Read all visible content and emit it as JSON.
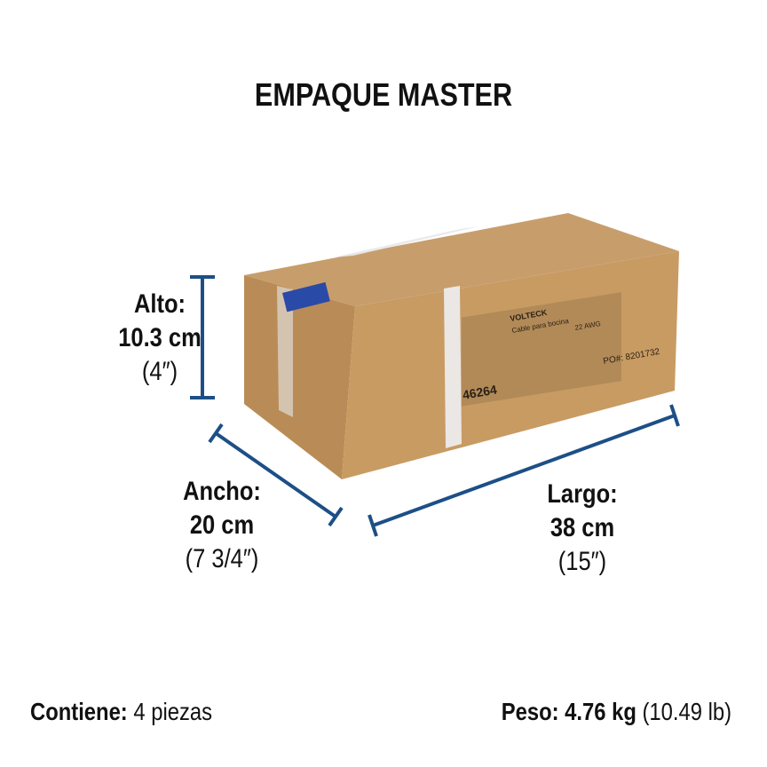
{
  "title": "EMPAQUE MASTER",
  "dimensions": {
    "alto": {
      "label": "Alto:",
      "metric": "10.3 cm",
      "imperial": "(4″)"
    },
    "ancho": {
      "label": "Ancho:",
      "metric": "20 cm",
      "imperial": "(7 3/4″)"
    },
    "largo": {
      "label": "Largo:",
      "metric": "38 cm",
      "imperial": "(15″)"
    }
  },
  "footer": {
    "contiene_label": "Contiene:",
    "contiene_value": "4 piezas",
    "peso_label": "Peso: 4.76 kg",
    "peso_value": "(10.49 lb)"
  },
  "box_label": {
    "brand": "VOLTECK",
    "product": "Cable para bocina",
    "gauge": "22 AWG",
    "code": "46264",
    "po": "PO#: 8201732"
  },
  "colors": {
    "dimension_line": "#1d4f86",
    "cardboard": "#c49a66"
  }
}
